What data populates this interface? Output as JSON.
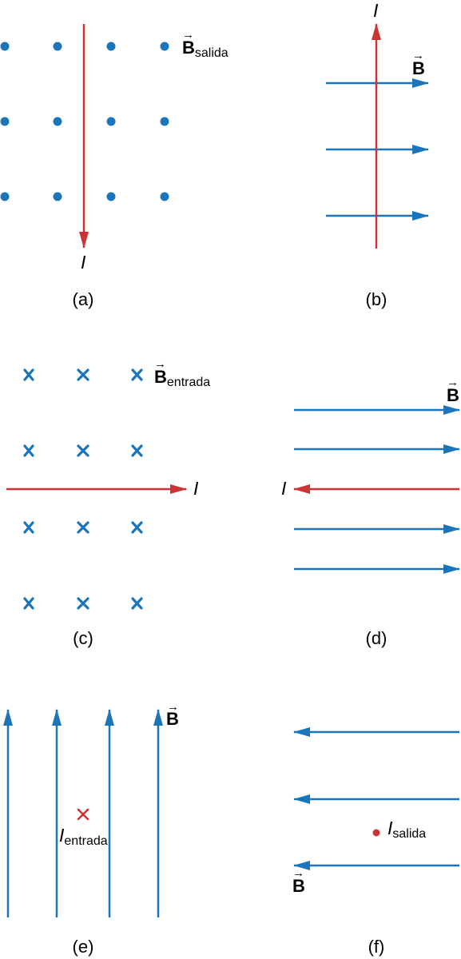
{
  "colors": {
    "field": "#1a75bb",
    "current": "#cc3333",
    "text": "#000000",
    "background": "#ffffff"
  },
  "panels": {
    "a": {
      "label": "(a)",
      "field_symbol": "B",
      "field_subscript": "salida",
      "current_symbol": "I",
      "field_marker": "dot",
      "current_direction": "down"
    },
    "b": {
      "label": "(b)",
      "field_symbol": "B",
      "current_symbol": "I",
      "field_direction": "right",
      "current_direction": "up"
    },
    "c": {
      "label": "(c)",
      "field_symbol": "B",
      "field_subscript": "entrada",
      "current_symbol": "I",
      "field_marker": "cross",
      "current_direction": "right"
    },
    "d": {
      "label": "(d)",
      "field_symbol": "B",
      "current_symbol": "I",
      "field_direction": "right",
      "current_direction": "left"
    },
    "e": {
      "label": "(e)",
      "field_symbol": "B",
      "current_symbol": "I",
      "current_subscript": "entrada",
      "field_direction": "up",
      "current_marker": "cross"
    },
    "f": {
      "label": "(f)",
      "field_symbol": "B",
      "current_symbol": "I",
      "current_subscript": "salida",
      "field_direction": "left",
      "current_marker": "dot"
    }
  }
}
